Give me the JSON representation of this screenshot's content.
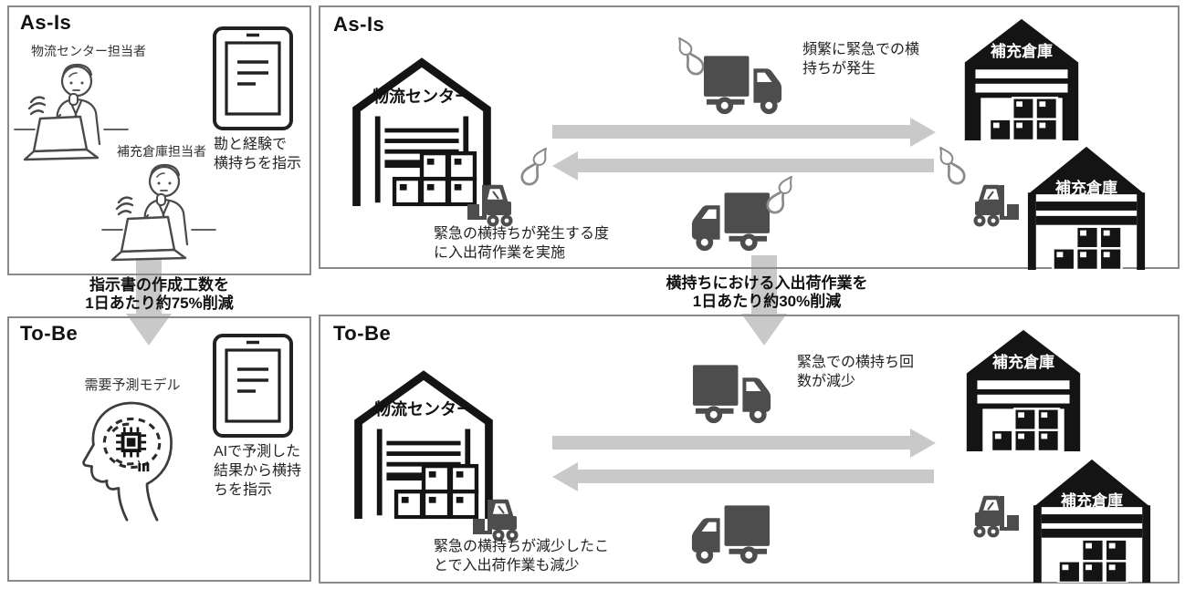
{
  "colors": {
    "panel_border": "#8a8a8a",
    "vehicle_gray": "#4d4d4d",
    "warehouse_black": "#141414",
    "arrow_gray": "#c9c9c9",
    "text_dark": "#1c1c1c"
  },
  "left_asis": {
    "title": "As-Is",
    "person1_label": "物流センター担当者",
    "person2_label": "補充倉庫担当者",
    "note_line1": "勘と経験で",
    "note_line2": "横持ちを指示"
  },
  "left_transition": {
    "line1": "指示書の作成工数を",
    "line2": "1日あたり約75%削減"
  },
  "left_tobe": {
    "title": "To-Be",
    "model_label": "需要予測モデル",
    "note_line1": "AIで予測した",
    "note_line2": "結果から横持",
    "note_line3": "ちを指示"
  },
  "right_asis": {
    "title": "As-Is",
    "dc_label": "物流センター",
    "wh_top_label": "補充倉庫",
    "wh_bottom_label": "補充倉庫",
    "truck_note_line1": "頻繁に緊急での横",
    "truck_note_line2": "持ちが発生",
    "forklift_note_line1": "緊急の横持ちが発生する度",
    "forklift_note_line2": "に入出荷作業を実施"
  },
  "right_transition": {
    "line1": "横持ちにおける入出荷作業を",
    "line2": "1日あたり約30%削減"
  },
  "right_tobe": {
    "title": "To-Be",
    "dc_label": "物流センター",
    "wh_top_label": "補充倉庫",
    "wh_bottom_label": "補充倉庫",
    "truck_note_line1": "緊急での横持ち回",
    "truck_note_line2": "数が減少",
    "forklift_note_line1": "緊急の横持ちが減少したこ",
    "forklift_note_line2": "とで入出荷作業も減少"
  },
  "icons": {
    "worker": "worker-at-laptop-icon",
    "tablet": "tablet-document-icon",
    "ai_head": "ai-brain-chip-icon",
    "dc_warehouse": "warehouse-outline-icon",
    "replenish_warehouse_solid": "warehouse-solid-icon",
    "replenish_warehouse_roof": "warehouse-roof-icon",
    "truck": "box-truck-icon",
    "forklift": "forklift-icon",
    "sweat": "sweat-drops-icon",
    "down_arrow": "down-arrow",
    "right_arrow": "right-arrow",
    "left_arrow": "left-arrow"
  }
}
